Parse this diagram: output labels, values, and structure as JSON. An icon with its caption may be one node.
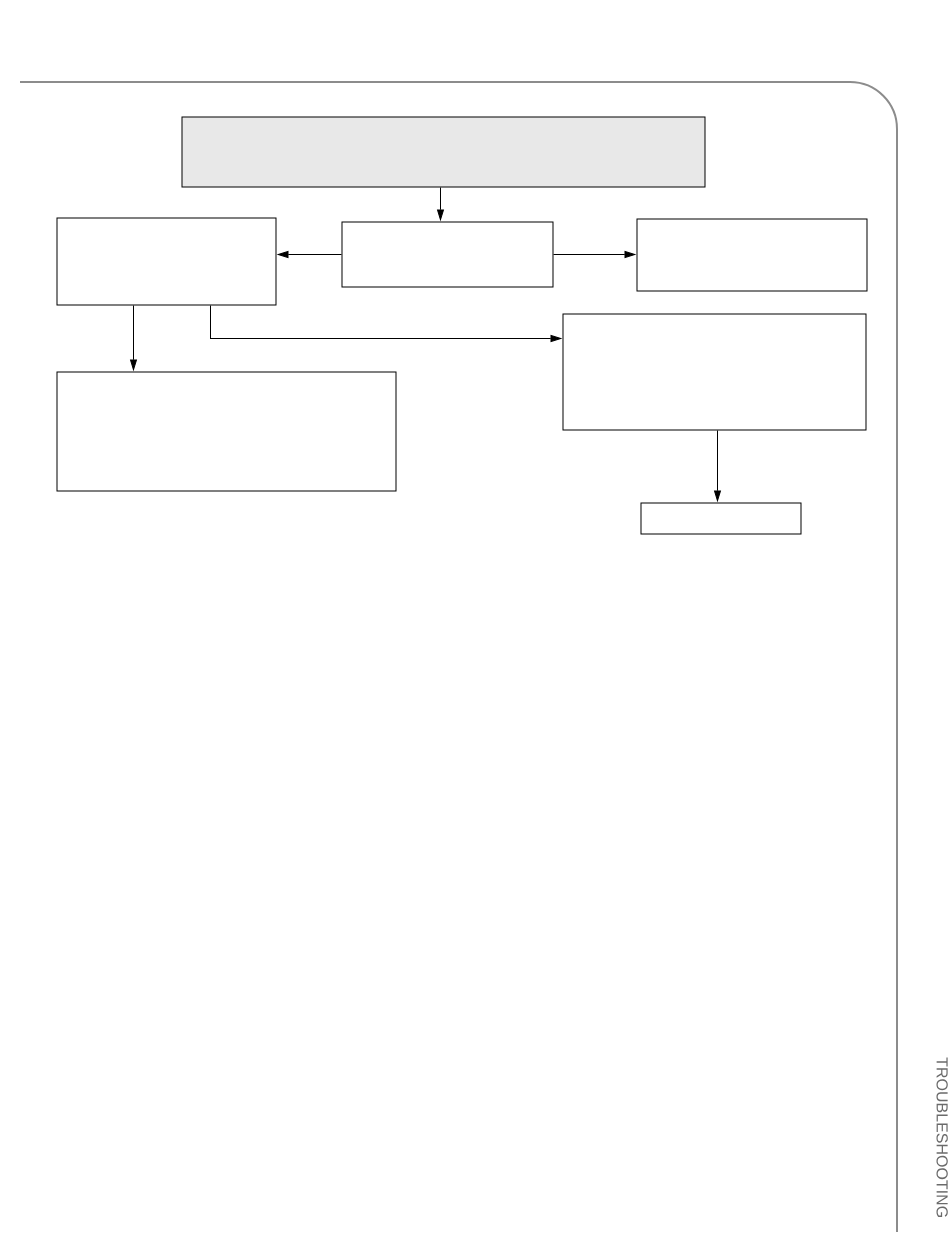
{
  "diagram": {
    "nodes": [
      {
        "text": [],
        "shape": "box"
      },
      {
        "text": [],
        "shape": "box"
      },
      {
        "text": [],
        "shape": "box"
      },
      {
        "text": [],
        "shape": "box"
      },
      {
        "text": [],
        "shape": "box"
      },
      {
        "text": [],
        "shape": "box"
      },
      {
        "text": [],
        "shape": "box"
      }
    ],
    "edges": [
      {
        "from": 0,
        "to": 2,
        "arrow": "to"
      },
      {
        "from": 2,
        "to": 1,
        "arrow": "to"
      },
      {
        "from": 2,
        "to": 3,
        "arrow": "to"
      },
      {
        "from": 1,
        "to": 5,
        "arrow": "to"
      },
      {
        "from": 1,
        "to": 4,
        "arrow": "to"
      },
      {
        "from": 4,
        "to": 6,
        "arrow": "to"
      }
    ],
    "labels": [
      "TROUBLESHOOTING"
    ]
  }
}
